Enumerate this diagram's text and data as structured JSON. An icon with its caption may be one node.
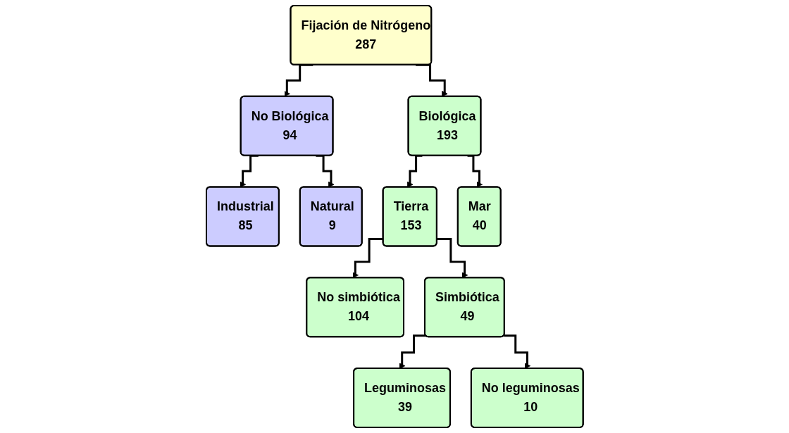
{
  "diagram": {
    "nodes": [
      {
        "text": [
          "Fijación de Nitrógeno",
          "287"
        ]
      },
      {
        "text": [
          "No Biológica",
          "94"
        ]
      },
      {
        "text": [
          "Biológica",
          "193"
        ]
      },
      {
        "text": [
          "Industrial",
          "85"
        ]
      },
      {
        "text": [
          "Natural",
          "9"
        ]
      },
      {
        "text": [
          "Tierra",
          "153"
        ]
      },
      {
        "text": [
          "Mar",
          "40"
        ]
      },
      {
        "text": [
          "No simbiótica",
          "104"
        ]
      },
      {
        "text": [
          "Simbiótica",
          "49"
        ]
      },
      {
        "text": [
          "Leguminosas",
          "39"
        ]
      },
      {
        "text": [
          "No leguminosas",
          "10"
        ]
      }
    ],
    "edges": [
      {
        "from": 0,
        "to": 1,
        "arrow": "to"
      },
      {
        "from": 0,
        "to": 2,
        "arrow": "to"
      },
      {
        "from": 1,
        "to": 3,
        "arrow": "to"
      },
      {
        "from": 1,
        "to": 4,
        "arrow": "to"
      },
      {
        "from": 2,
        "to": 5,
        "arrow": "to"
      },
      {
        "from": 2,
        "to": 6,
        "arrow": "to"
      },
      {
        "from": 5,
        "to": 7,
        "arrow": "to"
      },
      {
        "from": 5,
        "to": 8,
        "arrow": "to"
      },
      {
        "from": 8,
        "to": 9,
        "arrow": "to"
      },
      {
        "from": 8,
        "to": 10,
        "arrow": "to"
      }
    ]
  }
}
